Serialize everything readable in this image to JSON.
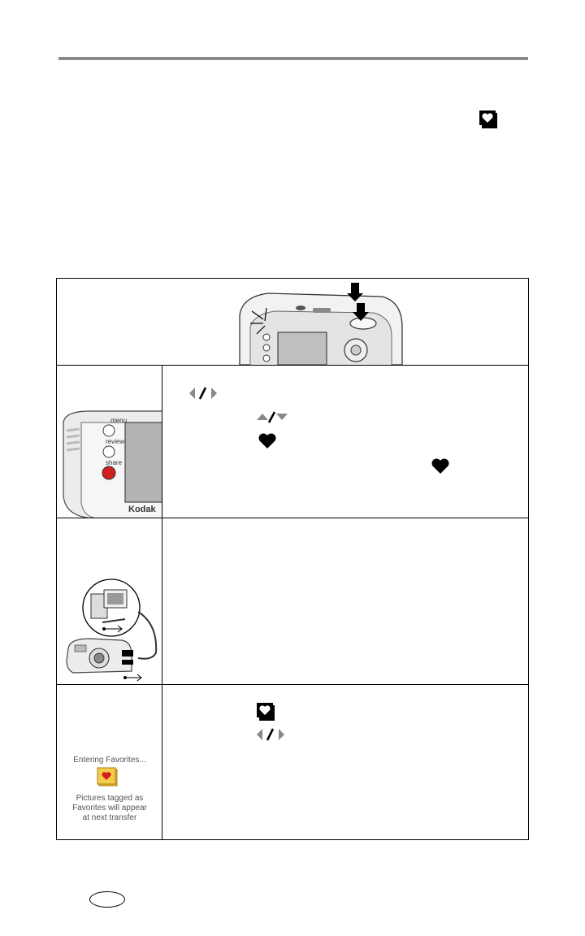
{
  "fav_screen": {
    "line1": "Entering Favorites...",
    "line2": "Pictures tagged as",
    "line3": "Favorites will appear",
    "line4": "at next transfer"
  },
  "camera_label": "Kodak",
  "camera_buttons": [
    "menu",
    "review",
    "share"
  ],
  "icons": {
    "top": "favorites-icon",
    "row2": [
      "left-right-arrows-icon",
      "up-down-arrows-icon",
      "heart-icon",
      "heart-icon"
    ],
    "row4": [
      "favorites-icon",
      "left-right-arrows-icon"
    ]
  },
  "colors": {
    "rule": "#8a8a8a",
    "heart": "#000000",
    "share_button": "#d21e1e",
    "favorite_folder": "#e8b830"
  }
}
